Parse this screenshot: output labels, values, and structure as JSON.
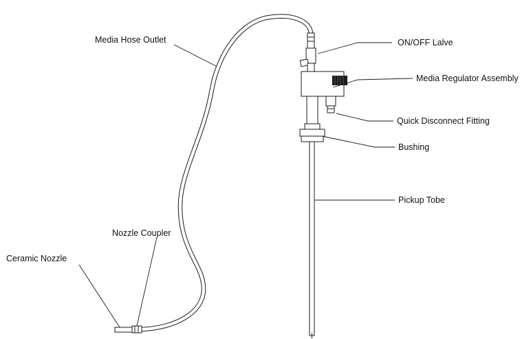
{
  "labels": {
    "media_hose_outlet": "Media Hose Outlet",
    "on_off_valve": "ON/OFF Lalve",
    "media_regulator_assembly": "Media Regulator Assembly",
    "quick_disconnect_fitting": "Quick Disconnect Fitting",
    "bushing": "Bushing",
    "pickup_tube": "Pickup Tobe",
    "nozzle_coupler": "Nozzle Coupler",
    "ceramic_nozzle": "Ceramic Nozzle"
  },
  "colors": {
    "line": "#1a1a1a",
    "text": "#111111",
    "background": "#ffffff"
  }
}
